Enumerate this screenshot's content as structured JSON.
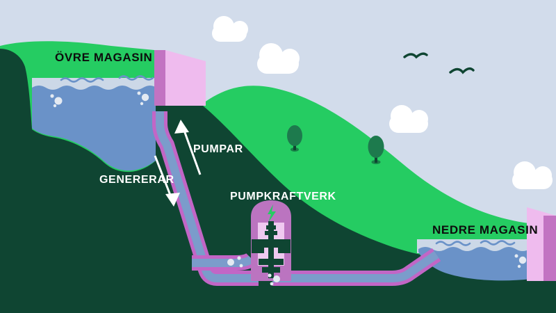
{
  "diagram": {
    "title": "Pumpkraftverk - pumped storage hydro power schematic",
    "language": "sv",
    "labels": {
      "upper_reservoir": "ÖVRE MAGASIN",
      "lower_reservoir": "NEDRE MAGASIN",
      "pumping": "PUMPAR",
      "generating": "GENERERAR",
      "power_plant": "PUMPKRAFTVERK"
    },
    "colors": {
      "sky": "#d2dceb",
      "grass": "#25cc62",
      "rock": "#0f4532",
      "water_body": "#6a92c8",
      "water_surface": "#ccd8e7",
      "wave_line": "#6a92c8",
      "dam_light": "#f0bced",
      "dam_mid": "#efbbee",
      "dam_dark": "#c273c2",
      "pipe_outline": "#c266c6",
      "pipe_fill": "#7b9ccb",
      "plant_body": "#bb74c0",
      "plant_inner": "#efc9f0",
      "bolt": "#25cc62",
      "arrow": "#ffffff",
      "bird": "#0f4532",
      "cloud": "#ffffff",
      "bubble": "#e4eaf2",
      "tree_crown": "#1d7a4d",
      "tree_trunk": "#0f4532"
    },
    "elements": {
      "clouds": 4,
      "birds": 2,
      "trees": 2,
      "arrows": 2,
      "bubble_clusters": 4
    }
  }
}
